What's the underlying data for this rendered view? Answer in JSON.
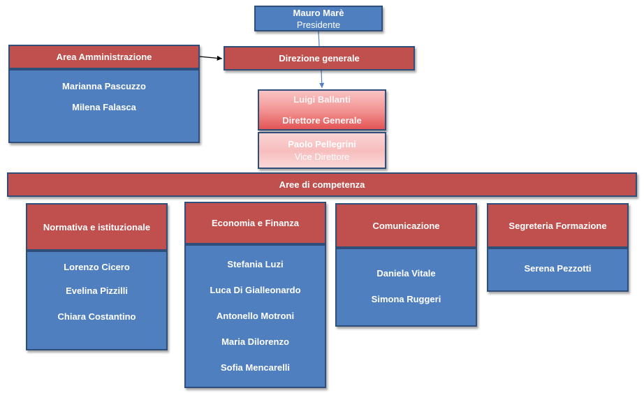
{
  "top": {
    "name": "Mauro Marè",
    "role": "Presidente"
  },
  "direzione": {
    "label": "Direzione generale"
  },
  "direttore": {
    "name": "Luigi Ballanti",
    "role": "Direttore Generale"
  },
  "vice": {
    "name": "Paolo Pellegrini",
    "role": "Vice Direttore"
  },
  "amministrazione": {
    "title": "Area Amministrazione",
    "members": [
      "Marianna Pascuzzo",
      "Milena Falasca"
    ]
  },
  "aree": {
    "label": "Aree di competenza"
  },
  "departments": [
    {
      "title": "Normativa e istituzionale",
      "members": [
        "Lorenzo Cicero",
        "Evelina Pizzilli",
        "Chiara Costantino"
      ]
    },
    {
      "title": "Economia e Finanza",
      "members": [
        "Stefania Luzi",
        "Luca Di Gialleonardo",
        "Antonello Motroni",
        "Maria Dilorenzo",
        "Sofia Mencarelli"
      ]
    },
    {
      "title": "Comunicazione",
      "members": [
        "Daniela Vitale",
        "Simona Ruggeri"
      ]
    },
    {
      "title": "Segreteria Formazione",
      "members": [
        "Serena Pezzotti"
      ]
    }
  ],
  "colors": {
    "blue": "#4F7FBF",
    "red": "#C0504D",
    "border": "#2F4E7A"
  }
}
